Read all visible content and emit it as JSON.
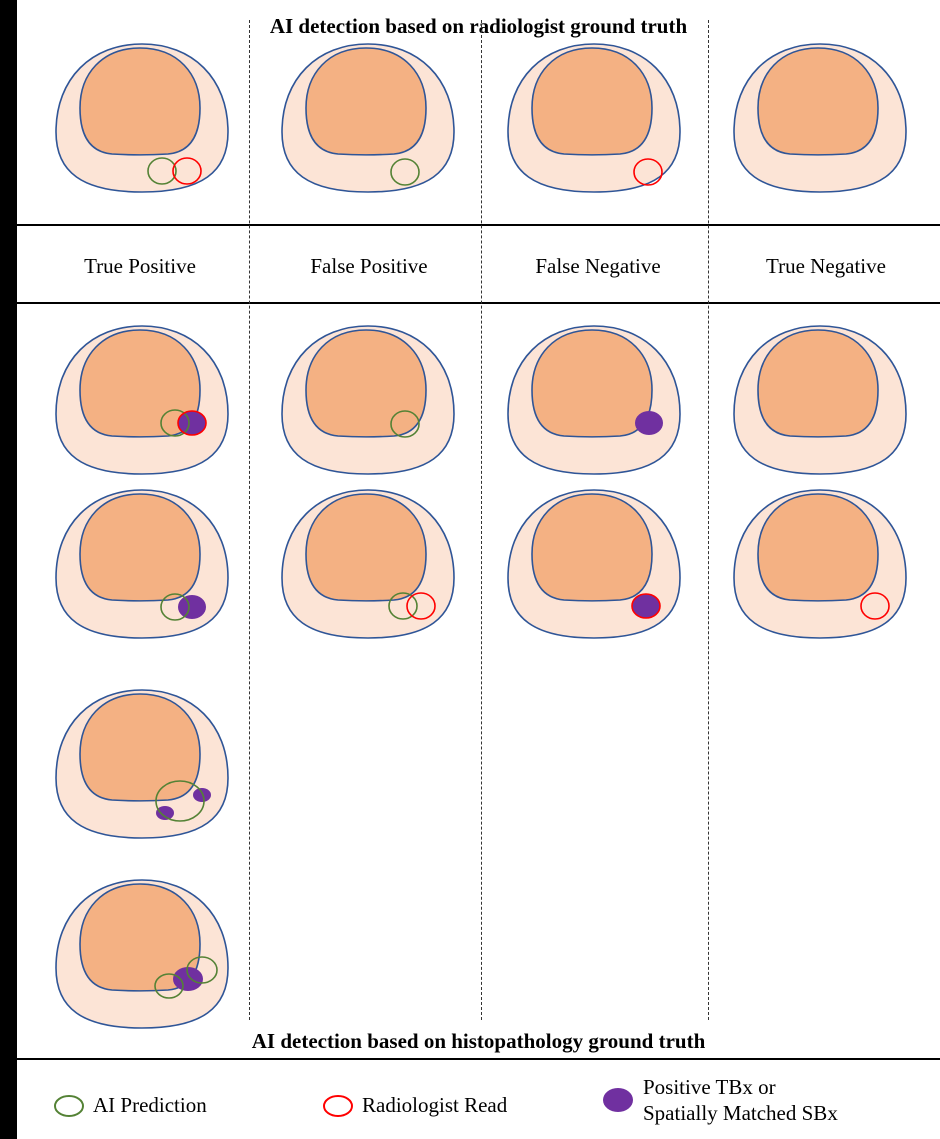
{
  "title_top": "AI detection based on radiologist ground truth",
  "title_bottom": "AI detection based on histopathology ground truth",
  "columns": [
    {
      "label": "True Positive"
    },
    {
      "label": "False Positive"
    },
    {
      "label": "False Negative"
    },
    {
      "label": "True Negative"
    }
  ],
  "legend": {
    "ai_prediction": "AI Prediction",
    "radiologist_read": "Radiologist Read",
    "biopsy_line1": "Positive TBx or",
    "biopsy_line2": "Spatially Matched SBx"
  },
  "colors": {
    "outer_fill": "#FCE4D6",
    "inner_fill": "#F4B183",
    "outline": "#2F5597",
    "ai_prediction": "#548235",
    "radiologist_read": "#FF0000",
    "biopsy": "#7030A0"
  }
}
